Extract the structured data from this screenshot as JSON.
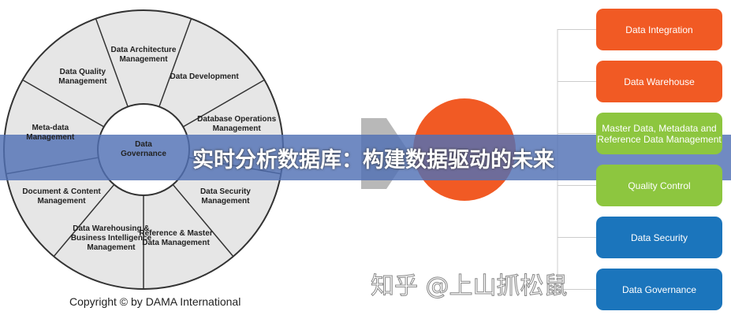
{
  "wheel": {
    "center": "Data Governance",
    "segments": [
      "Data Architecture Management",
      "Data Development",
      "Database Operations Management",
      "Data Security Management",
      "Reference & Master Data Management",
      "Data Warehousing & Business Intelligence Management",
      "Document & Content Management",
      "Meta-data Management",
      "Data Quality Management"
    ]
  },
  "copyright": "Copyright © by DAMA International",
  "boxes": [
    {
      "label": "Data Integration",
      "color": "#f15a24"
    },
    {
      "label": "Data Warehouse",
      "color": "#f15a24"
    },
    {
      "label": "Master Data, Metadata and Reference Data Management",
      "color": "#8dc63f"
    },
    {
      "label": "Quality Control",
      "color": "#8dc63f"
    },
    {
      "label": "Data Security",
      "color": "#1b75bc"
    },
    {
      "label": "Data Governance",
      "color": "#1b75bc"
    }
  ],
  "banner": {
    "title": "实时分析数据库：构建数据驱动的未来"
  },
  "watermark": "知乎 @上山抓松鼠"
}
